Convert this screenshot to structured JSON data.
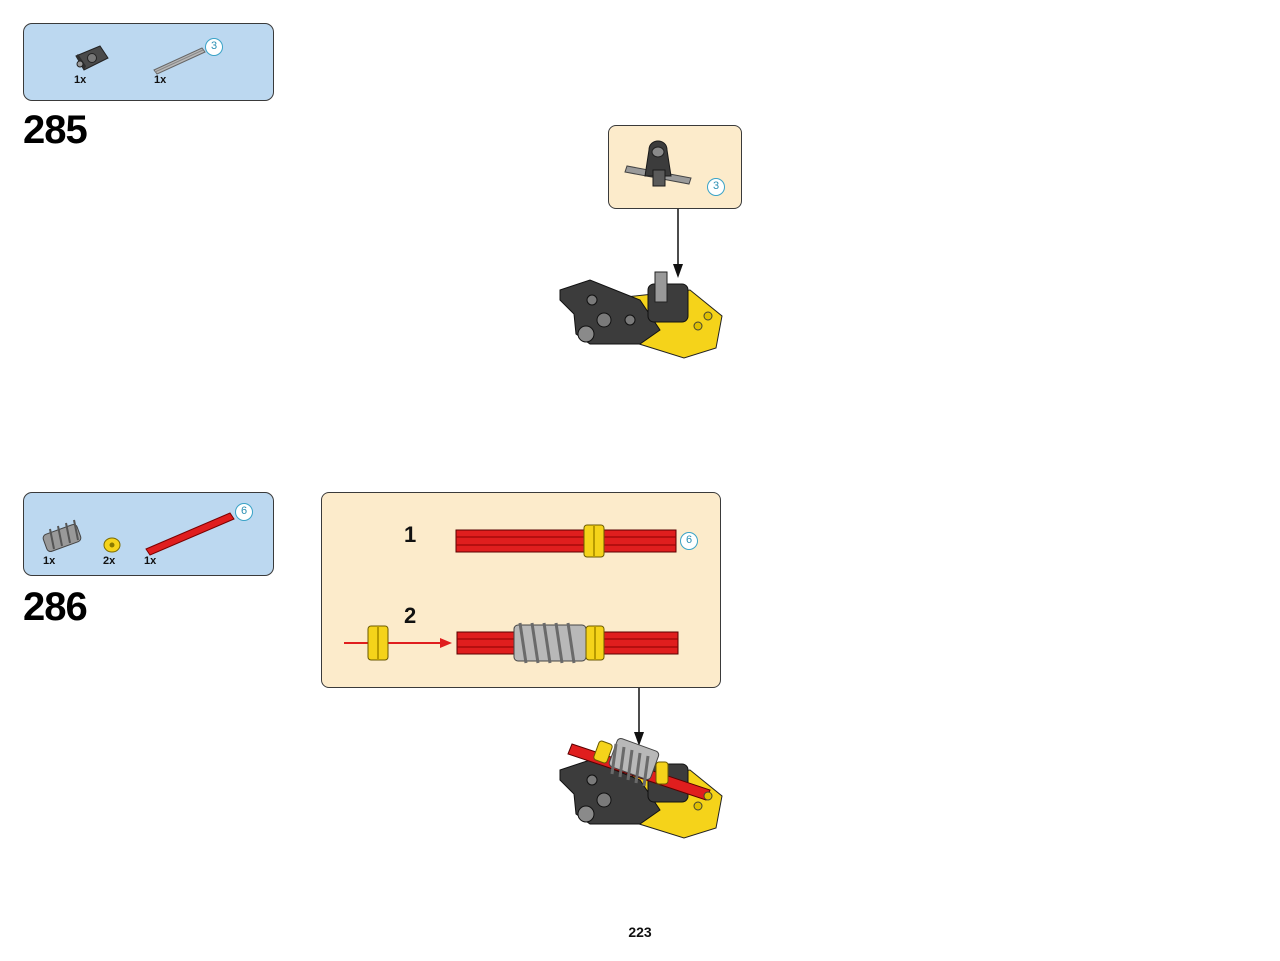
{
  "step285": {
    "number": "285",
    "parts": [
      {
        "name": "connector",
        "qty": "1x"
      },
      {
        "name": "axle",
        "qty": "1x",
        "length_badge": "3"
      }
    ],
    "callout_badge": "3"
  },
  "step286": {
    "number": "286",
    "parts": [
      {
        "name": "worm-gear",
        "qty": "1x"
      },
      {
        "name": "bush",
        "qty": "2x"
      },
      {
        "name": "axle",
        "qty": "1x",
        "length_badge": "6"
      }
    ],
    "substeps": [
      {
        "label": "1",
        "badge": "6"
      },
      {
        "label": "2"
      }
    ]
  },
  "page": {
    "number": "223"
  },
  "colors": {
    "parts_bg": "#bcd8f0",
    "callout_bg": "#fcebcb",
    "red_axle": "#e01e1e",
    "yellow": "#f5d31a",
    "dark_grey": "#3c3c3c",
    "light_grey": "#b8b8b8"
  }
}
